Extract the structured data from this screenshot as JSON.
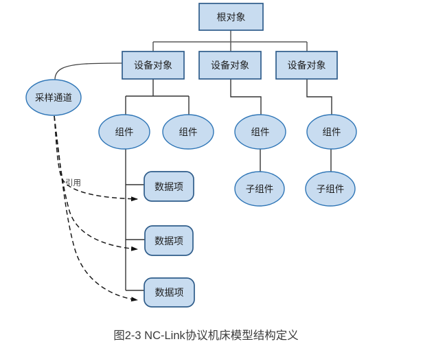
{
  "diagram": {
    "caption": "图2-3 NC-Link协议机床模型结构定义",
    "reference_label": "引用",
    "nodes": {
      "root": {
        "label": "根对象"
      },
      "device1": {
        "label": "设备对象"
      },
      "device2": {
        "label": "设备对象"
      },
      "device3": {
        "label": "设备对象"
      },
      "sampling_channel": {
        "label": "采样通道"
      },
      "component1": {
        "label": "组件"
      },
      "component2": {
        "label": "组件"
      },
      "component3": {
        "label": "组件"
      },
      "component4": {
        "label": "组件"
      },
      "data_item1": {
        "label": "数据项"
      },
      "data_item2": {
        "label": "数据项"
      },
      "data_item3": {
        "label": "数据项"
      },
      "subcomponent1": {
        "label": "子组件"
      },
      "subcomponent2": {
        "label": "子组件"
      }
    },
    "colors": {
      "node_fill": "#c8dcf0",
      "rect_border": "#2e5c8a",
      "ellipse_border": "#2e75b6",
      "tree_connector": "#595959",
      "branch_connector": "#333333",
      "dashed_connector": "#1a1a1a",
      "caption_text": "#3a3a3a"
    }
  }
}
